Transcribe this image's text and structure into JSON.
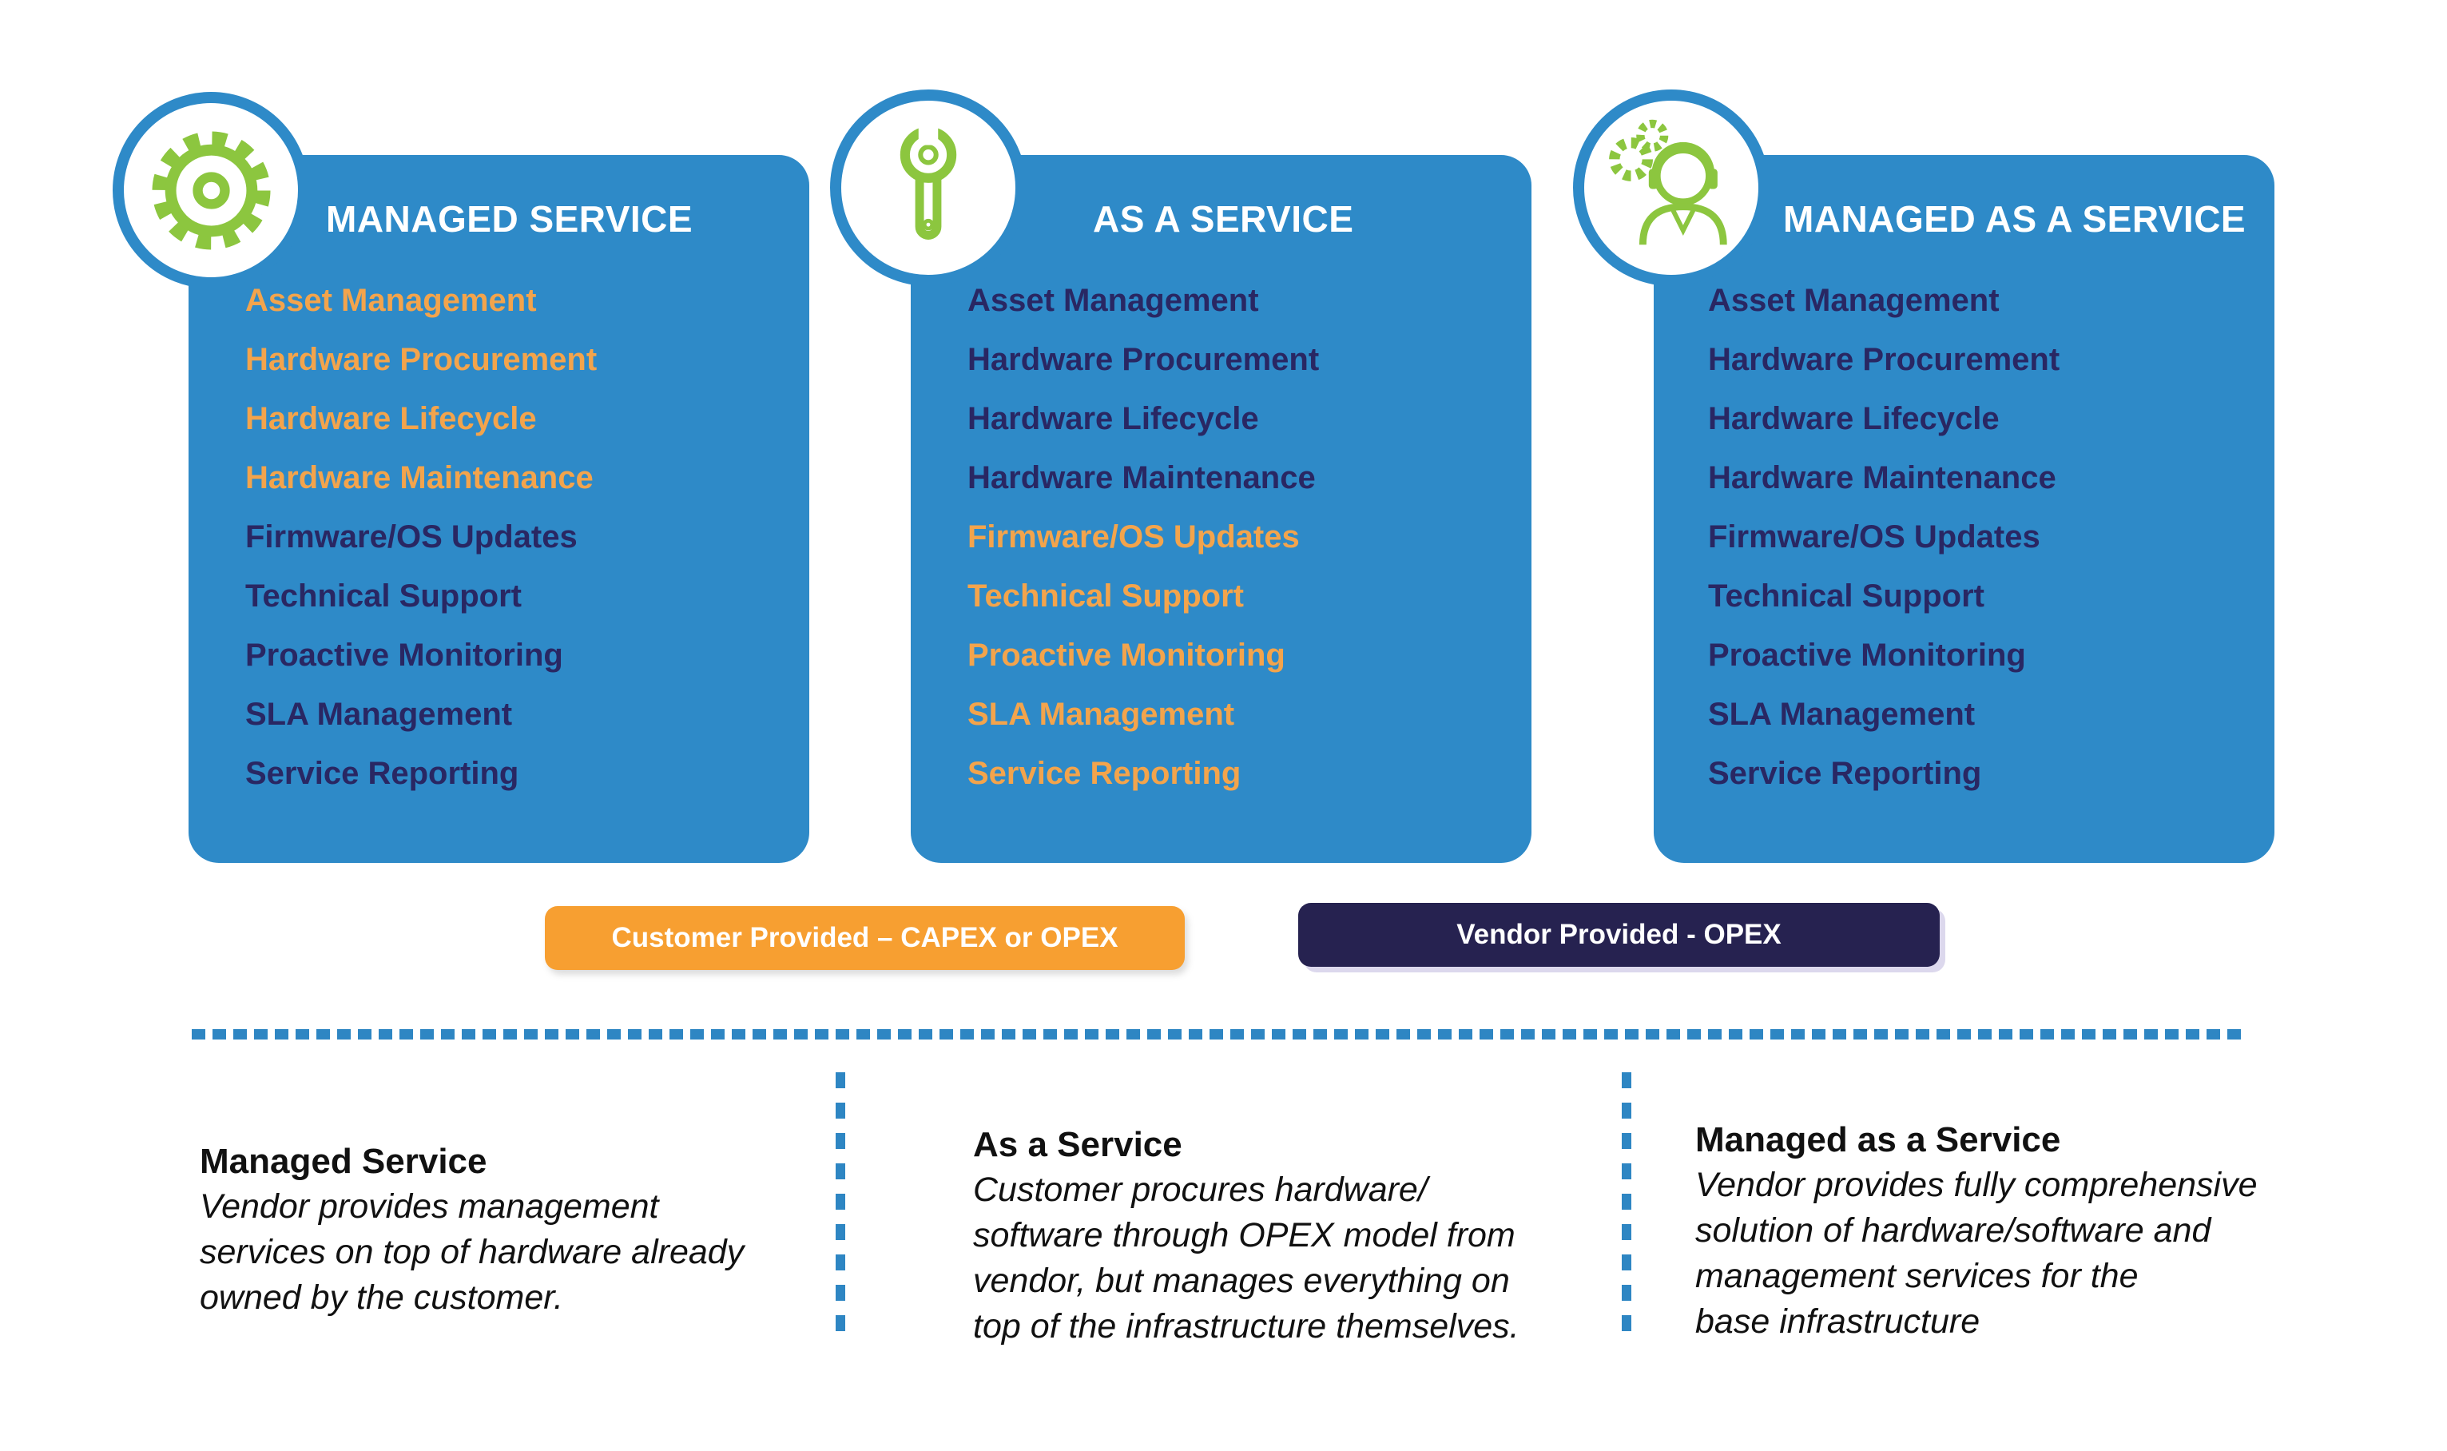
{
  "colors": {
    "card_blue": "#2E8AC8",
    "accent_green": "#8CC63F",
    "item_orange": "#F3A44C",
    "item_navy": "#292763",
    "button_orange": "#F79F31",
    "button_navy": "#262250",
    "dash_blue": "#2E86C3"
  },
  "cards": [
    {
      "title": "MANAGED SERVICE",
      "icon": "gear-icon",
      "items": [
        {
          "label": "Asset Management",
          "provided": "customer"
        },
        {
          "label": "Hardware Procurement",
          "provided": "customer"
        },
        {
          "label": "Hardware Lifecycle",
          "provided": "customer"
        },
        {
          "label": "Hardware Maintenance",
          "provided": "customer"
        },
        {
          "label": "Firmware/OS Updates",
          "provided": "vendor"
        },
        {
          "label": "Technical Support",
          "provided": "vendor"
        },
        {
          "label": "Proactive Monitoring",
          "provided": "vendor"
        },
        {
          "label": "SLA Management",
          "provided": "vendor"
        },
        {
          "label": "Service Reporting",
          "provided": "vendor"
        }
      ]
    },
    {
      "title": "AS A SERVICE",
      "icon": "wrench-icon",
      "items": [
        {
          "label": "Asset Management",
          "provided": "vendor"
        },
        {
          "label": "Hardware Procurement",
          "provided": "vendor"
        },
        {
          "label": "Hardware Lifecycle",
          "provided": "vendor"
        },
        {
          "label": "Hardware Maintenance",
          "provided": "vendor"
        },
        {
          "label": "Firmware/OS Updates",
          "provided": "customer"
        },
        {
          "label": "Technical Support",
          "provided": "customer"
        },
        {
          "label": "Proactive Monitoring",
          "provided": "customer"
        },
        {
          "label": "SLA Management",
          "provided": "customer"
        },
        {
          "label": "Service Reporting",
          "provided": "customer"
        }
      ]
    },
    {
      "title": "MANAGED AS A SERVICE",
      "icon": "support-agent-icon",
      "items": [
        {
          "label": "Asset Management",
          "provided": "vendor"
        },
        {
          "label": "Hardware Procurement",
          "provided": "vendor"
        },
        {
          "label": "Hardware Lifecycle",
          "provided": "vendor"
        },
        {
          "label": "Hardware Maintenance",
          "provided": "vendor"
        },
        {
          "label": "Firmware/OS Updates",
          "provided": "vendor"
        },
        {
          "label": "Technical Support",
          "provided": "vendor"
        },
        {
          "label": "Proactive Monitoring",
          "provided": "vendor"
        },
        {
          "label": "SLA Management",
          "provided": "vendor"
        },
        {
          "label": "Service Reporting",
          "provided": "vendor"
        }
      ]
    }
  ],
  "legend": {
    "customer_label": "Customer Provided – CAPEX or OPEX",
    "vendor_label": "Vendor Provided - OPEX"
  },
  "descriptions": [
    {
      "title": "Managed Service",
      "lines": [
        "Vendor provides management",
        "services on top of hardware already",
        "owned by the customer."
      ]
    },
    {
      "title": "As a Service",
      "lines": [
        "Customer procures hardware/",
        "software through OPEX model from",
        "vendor, but manages everything on",
        "top of the infrastructure themselves."
      ]
    },
    {
      "title": "Managed as a Service",
      "lines": [
        "Vendor provides fully comprehensive",
        "solution of hardware/software and",
        "management services for the",
        "base infrastructure"
      ]
    }
  ]
}
